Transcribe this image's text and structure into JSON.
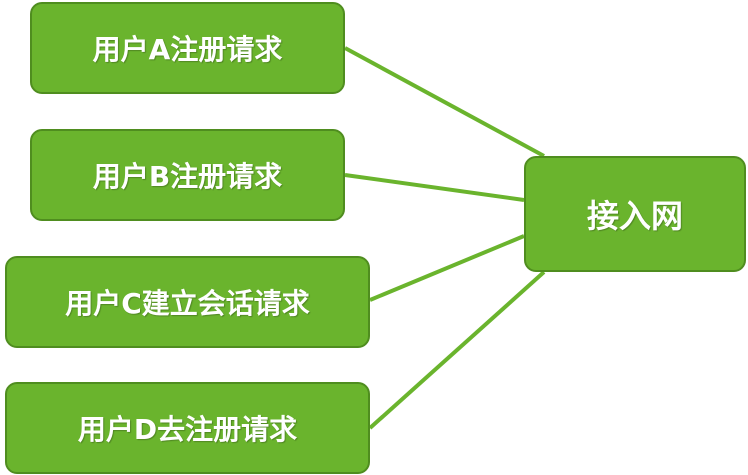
{
  "diagram": {
    "hub": {
      "label": "接入网"
    },
    "requests": [
      {
        "label": "用户A注册请求"
      },
      {
        "label": "用户B注册请求"
      },
      {
        "label": "用户C建立会话请求"
      },
      {
        "label": "用户D去注册请求"
      }
    ],
    "colors": {
      "node_fill": "#6ab42d",
      "node_border": "#4f8d1f",
      "connector": "#6ab42d",
      "text": "#ffffff"
    }
  }
}
